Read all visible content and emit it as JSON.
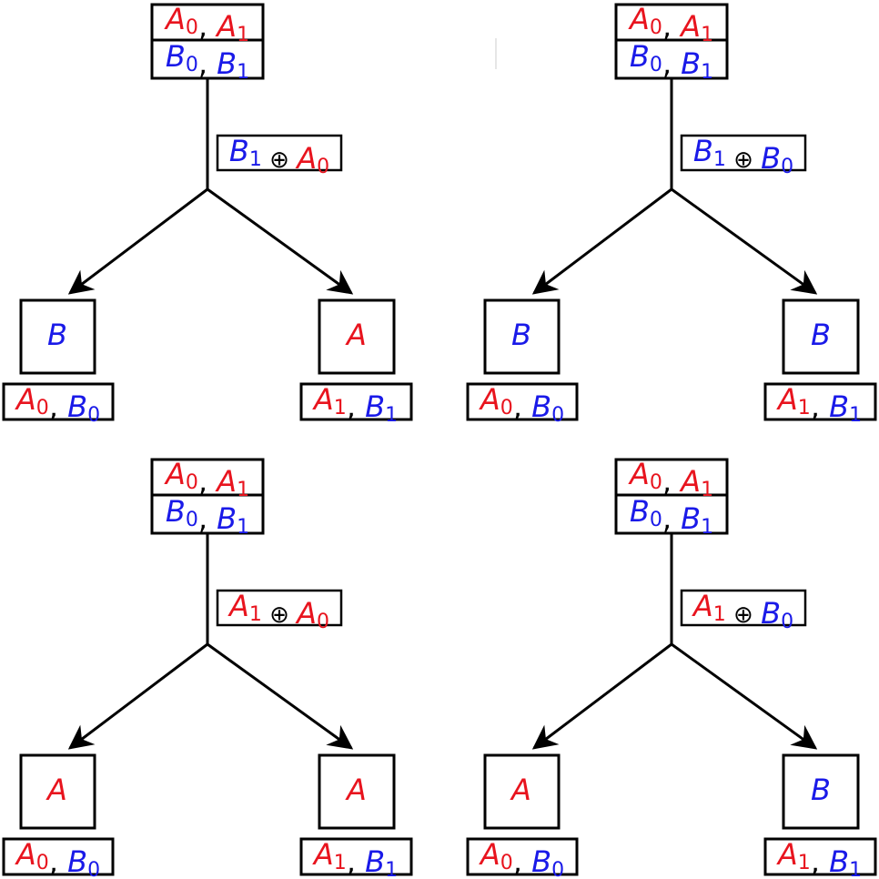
{
  "colors": {
    "A": "#e8141e",
    "B": "#1a1ae8",
    "stroke": "#000000"
  },
  "diagrams": [
    {
      "root": {
        "top": [
          [
            "A",
            "0"
          ],
          [
            "A",
            "1"
          ]
        ],
        "bottom": [
          [
            "B",
            "0"
          ],
          [
            "B",
            "1"
          ]
        ]
      },
      "edge": {
        "left": [
          "B",
          "1"
        ],
        "op": "⊕",
        "right": [
          "A",
          "0"
        ]
      },
      "left_leaf": {
        "label": "B",
        "pair": [
          [
            "A",
            "0"
          ],
          [
            "B",
            "0"
          ]
        ]
      },
      "right_leaf": {
        "label": "A",
        "pair": [
          [
            "A",
            "1"
          ],
          [
            "B",
            "1"
          ]
        ]
      }
    },
    {
      "root": {
        "top": [
          [
            "A",
            "0"
          ],
          [
            "A",
            "1"
          ]
        ],
        "bottom": [
          [
            "B",
            "0"
          ],
          [
            "B",
            "1"
          ]
        ]
      },
      "edge": {
        "left": [
          "B",
          "1"
        ],
        "op": "⊕",
        "right": [
          "B",
          "0"
        ]
      },
      "left_leaf": {
        "label": "B",
        "pair": [
          [
            "A",
            "0"
          ],
          [
            "B",
            "0"
          ]
        ]
      },
      "right_leaf": {
        "label": "B",
        "pair": [
          [
            "A",
            "1"
          ],
          [
            "B",
            "1"
          ]
        ]
      }
    },
    {
      "root": {
        "top": [
          [
            "A",
            "0"
          ],
          [
            "A",
            "1"
          ]
        ],
        "bottom": [
          [
            "B",
            "0"
          ],
          [
            "B",
            "1"
          ]
        ]
      },
      "edge": {
        "left": [
          "A",
          "1"
        ],
        "op": "⊕",
        "right": [
          "A",
          "0"
        ]
      },
      "left_leaf": {
        "label": "A",
        "pair": [
          [
            "A",
            "0"
          ],
          [
            "B",
            "0"
          ]
        ]
      },
      "right_leaf": {
        "label": "A",
        "pair": [
          [
            "A",
            "1"
          ],
          [
            "B",
            "1"
          ]
        ]
      }
    },
    {
      "root": {
        "top": [
          [
            "A",
            "0"
          ],
          [
            "A",
            "1"
          ]
        ],
        "bottom": [
          [
            "B",
            "0"
          ],
          [
            "B",
            "1"
          ]
        ]
      },
      "edge": {
        "left": [
          "A",
          "1"
        ],
        "op": "⊕",
        "right": [
          "B",
          "0"
        ]
      },
      "left_leaf": {
        "label": "A",
        "pair": [
          [
            "A",
            "0"
          ],
          [
            "B",
            "0"
          ]
        ]
      },
      "right_leaf": {
        "label": "B",
        "pair": [
          [
            "A",
            "1"
          ],
          [
            "B",
            "1"
          ]
        ]
      }
    }
  ]
}
